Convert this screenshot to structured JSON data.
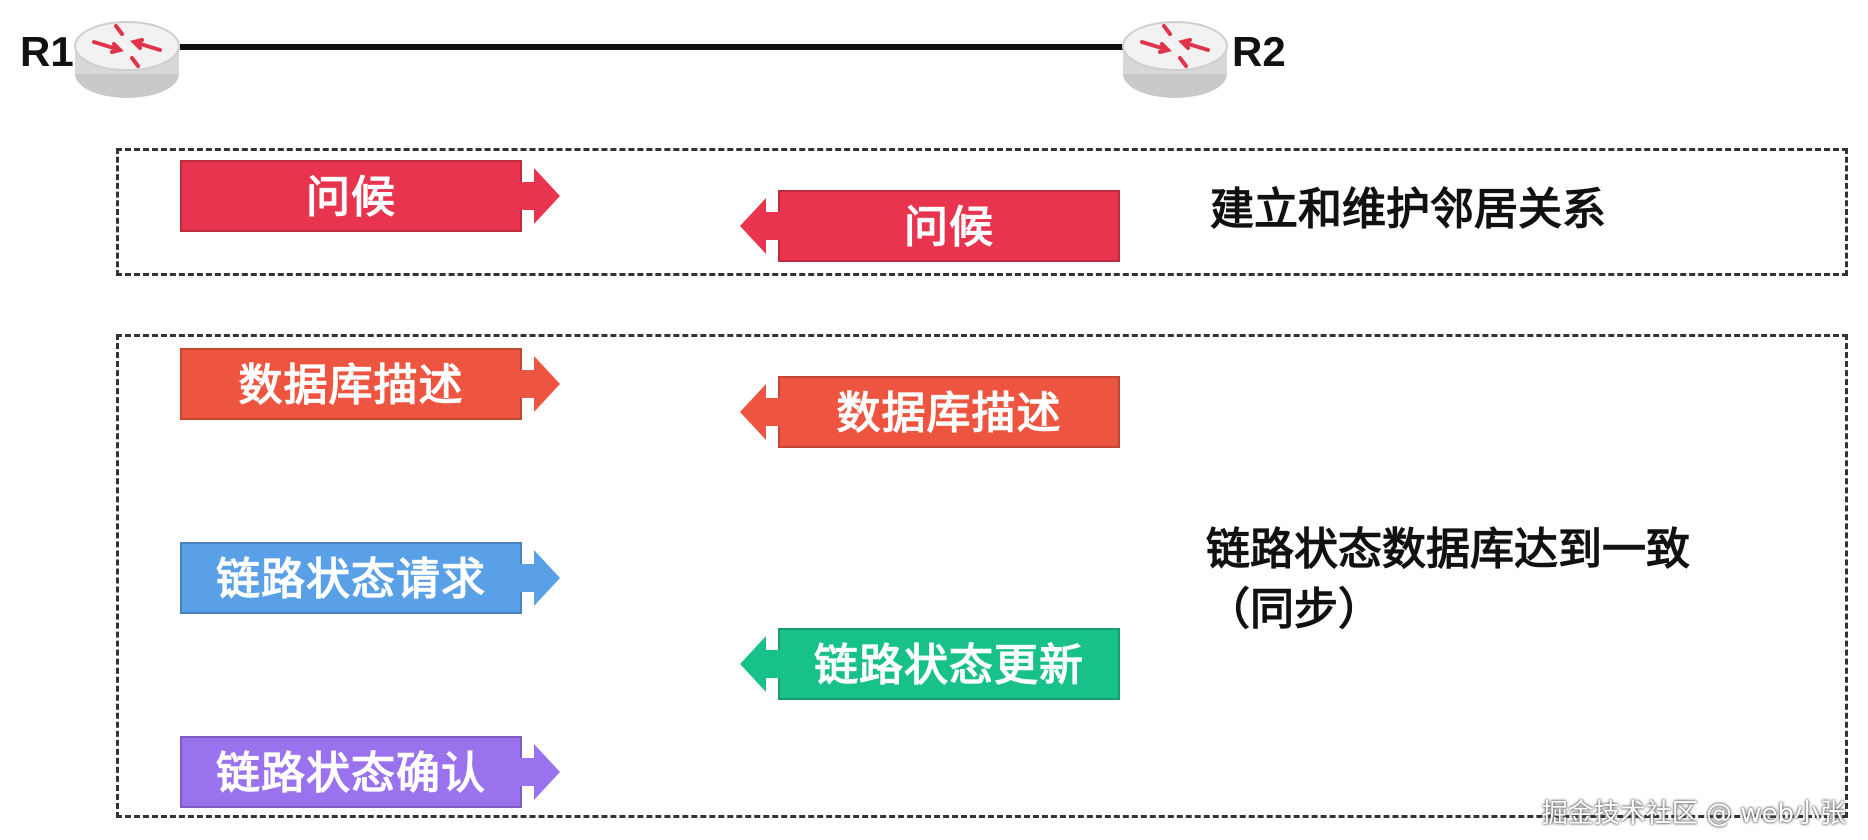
{
  "routers": [
    {
      "label": "R1"
    },
    {
      "label": "R2"
    }
  ],
  "group1": {
    "description": "建立和维护邻居关系",
    "messages": [
      {
        "label": "问候",
        "direction": "to-R2",
        "color": "#e8344e"
      },
      {
        "label": "问候",
        "direction": "to-R1",
        "color": "#e8344e"
      }
    ]
  },
  "group2": {
    "description_line1": "链路状态数据库达到一致",
    "description_line2": "（同步）",
    "messages": [
      {
        "label": "数据库描述",
        "direction": "to-R2",
        "color": "#ee5540"
      },
      {
        "label": "数据库描述",
        "direction": "to-R1",
        "color": "#ee5540"
      },
      {
        "label": "链路状态请求",
        "direction": "to-R2",
        "color": "#5aa0e6"
      },
      {
        "label": "链路状态更新",
        "direction": "to-R1",
        "color": "#19c18a"
      },
      {
        "label": "链路状态确认",
        "direction": "to-R2",
        "color": "#9a72ee"
      }
    ]
  },
  "watermark": "掘金技术社区 @ web小张"
}
